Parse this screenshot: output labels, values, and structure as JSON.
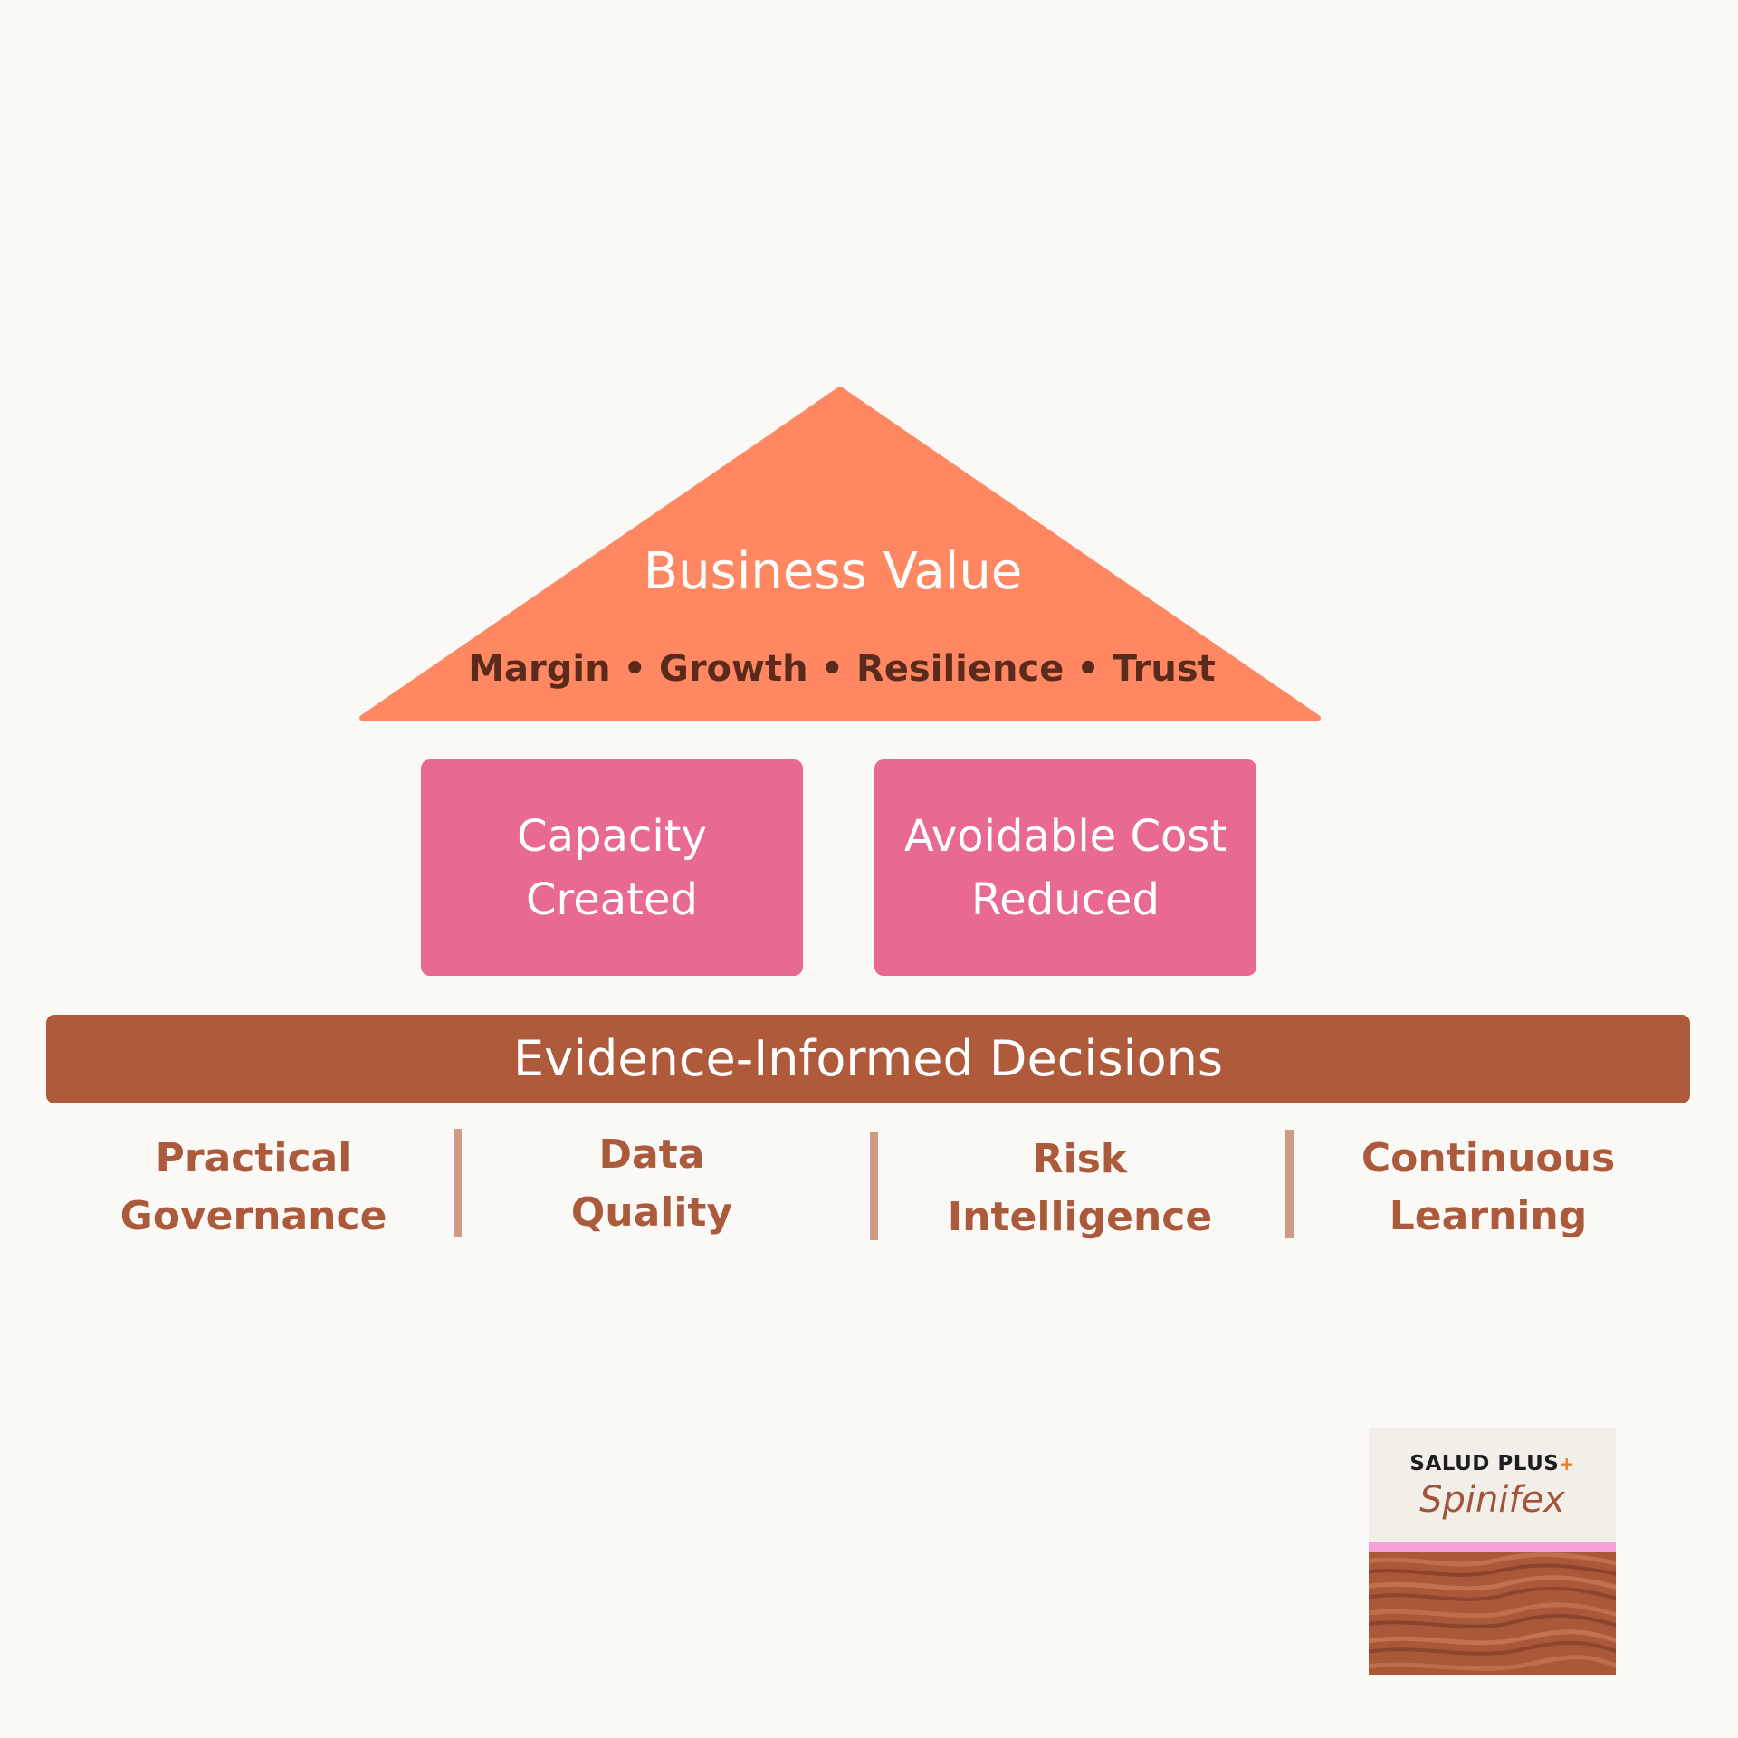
{
  "roof": {
    "title": "Business Value",
    "pillars_line": "Margin • Growth • Resilience • Trust"
  },
  "outcomes": [
    {
      "line1": "Capacity",
      "line2": "Created"
    },
    {
      "line1": "Avoidable Cost",
      "line2": "Reduced"
    }
  ],
  "foundation": {
    "label": "Evidence-Informed Decisions"
  },
  "base": [
    {
      "line1": "Practical",
      "line2": "Governance"
    },
    {
      "line1": "Data",
      "line2": "Quality"
    },
    {
      "line1": "Risk",
      "line2": "Intelligence"
    },
    {
      "line1": "Continuous",
      "line2": "Learning"
    }
  ],
  "logo": {
    "name": "SALUD PLUS",
    "plus_mark": "+",
    "sub": "Spinifex"
  },
  "colors": {
    "background": "#fbf9f5",
    "roof": "#ff8862",
    "outcome_box": "#e96a91",
    "foundation": "#af5b3b",
    "base_text": "#ab5b3c",
    "divider": "#cd9b86"
  }
}
